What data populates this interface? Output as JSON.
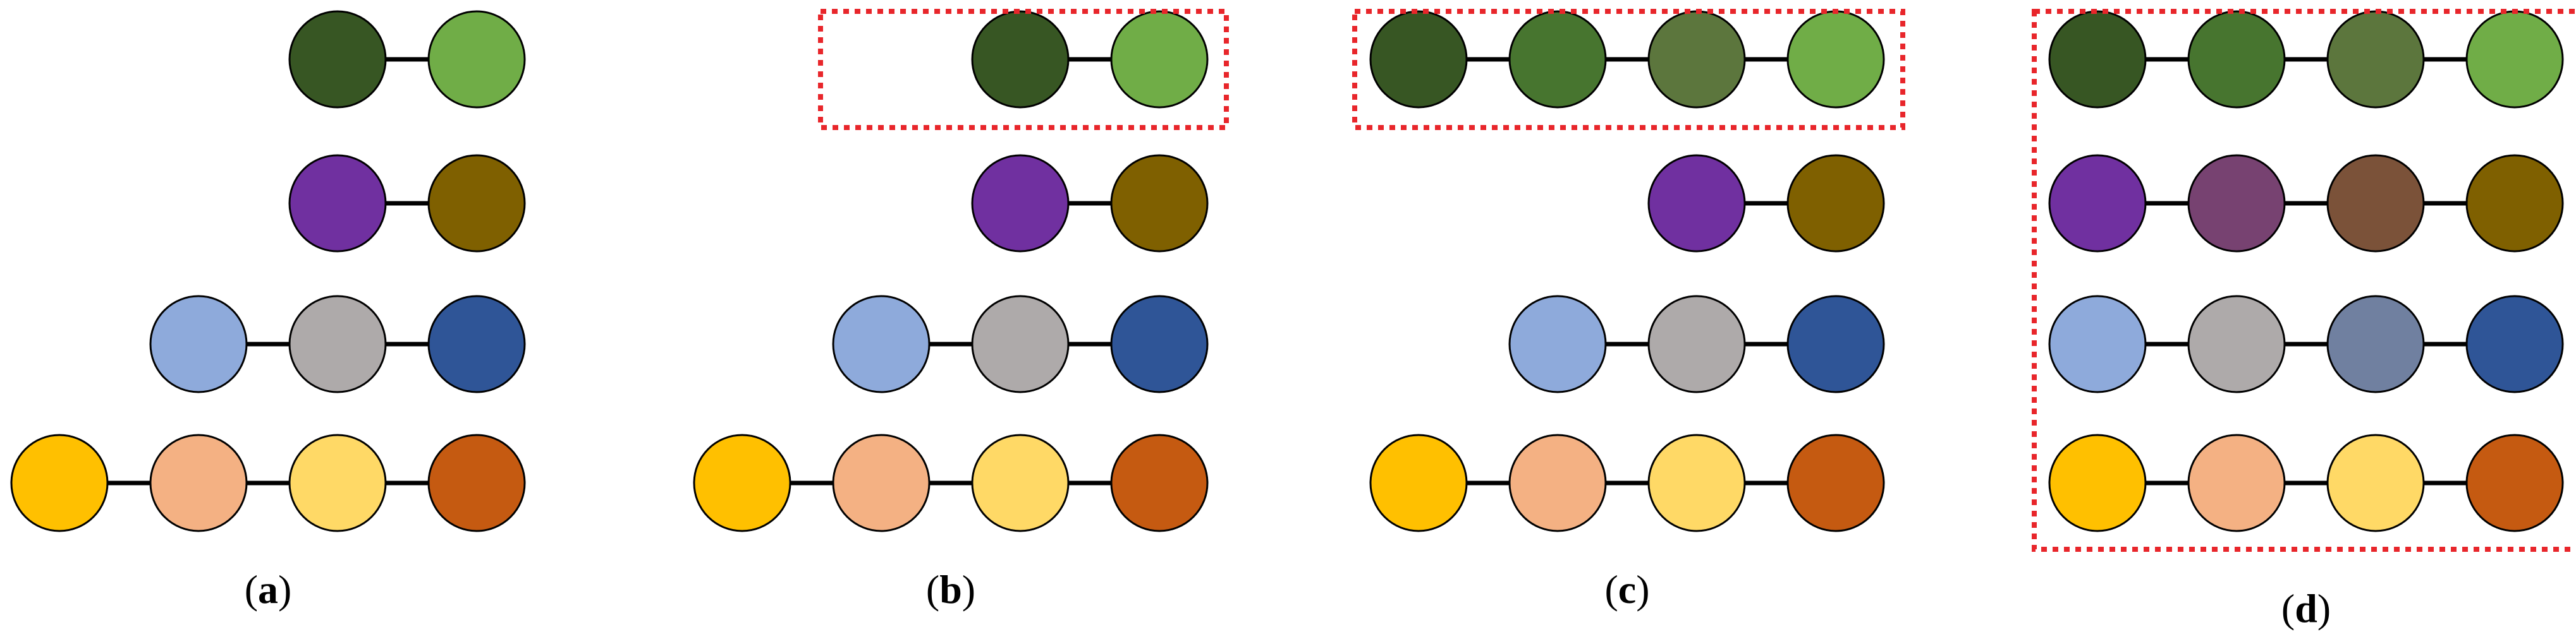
{
  "colors": {
    "node_stroke": "#000000",
    "edge": "#000000",
    "highlight_box": "#e8262b",
    "green_dark": "#375623",
    "green_mid1": "#47752f",
    "green_mid2": "#5c763d",
    "green_light": "#70ad47",
    "purple": "#7030a0",
    "purple_brown1": "#774271",
    "purple_brown2": "#7b5239",
    "olive": "#7f6000",
    "blue_light": "#8eaadb",
    "gray": "#aeaaaa",
    "blue_gray": "#7080a0",
    "blue_dark": "#2f5597",
    "gold": "#ffc000",
    "peach": "#f4b183",
    "yellow": "#ffd966",
    "rust": "#c55a11"
  },
  "panels": [
    {
      "label": "a",
      "highlight": null,
      "chains": [
        [
          "green_dark",
          "green_light"
        ],
        [
          "purple",
          "olive"
        ],
        [
          "blue_light",
          "gray",
          "blue_dark"
        ],
        [
          "gold",
          "peach",
          "yellow",
          "rust"
        ]
      ]
    },
    {
      "label": "b",
      "highlight": "first",
      "chains": [
        [
          "green_dark",
          "green_light"
        ],
        [
          "purple",
          "olive"
        ],
        [
          "blue_light",
          "gray",
          "blue_dark"
        ],
        [
          "gold",
          "peach",
          "yellow",
          "rust"
        ]
      ]
    },
    {
      "label": "c",
      "highlight": "first",
      "chains": [
        [
          "green_dark",
          "green_mid1",
          "green_mid2",
          "green_light"
        ],
        [
          "purple",
          "olive"
        ],
        [
          "blue_light",
          "gray",
          "blue_dark"
        ],
        [
          "gold",
          "peach",
          "yellow",
          "rust"
        ]
      ]
    },
    {
      "label": "d",
      "highlight": "all",
      "chains": [
        [
          "green_dark",
          "green_mid1",
          "green_mid2",
          "green_light"
        ],
        [
          "purple",
          "purple_brown1",
          "purple_brown2",
          "olive"
        ],
        [
          "blue_light",
          "gray",
          "blue_gray",
          "blue_dark"
        ],
        [
          "gold",
          "peach",
          "yellow",
          "rust"
        ]
      ]
    }
  ]
}
